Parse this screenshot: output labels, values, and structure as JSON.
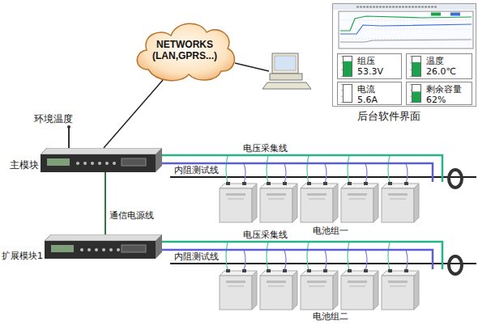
{
  "diagram": {
    "nodes": [
      {
        "text": [
          "NETWORKS (LAN,GPRS...)"
        ]
      },
      {
        "text": [
          "后台软件界面"
        ]
      },
      {
        "text": [
          "组压",
          "53.3V"
        ],
        "in": 1
      },
      {
        "text": [
          "温度",
          "26.0℃"
        ],
        "in": 1
      },
      {
        "text": [
          "电流",
          "5.6A"
        ],
        "in": 1
      },
      {
        "text": [
          "剩余容量",
          "62%"
        ],
        "in": 1
      },
      {
        "text": [
          "主模块"
        ]
      },
      {
        "text": [
          "电池组一"
        ]
      },
      {
        "text": [
          "扩展模块1"
        ]
      },
      {
        "text": [
          "电池组二"
        ]
      }
    ],
    "edges": [
      {
        "from": 0,
        "to": 6,
        "arrow": "none"
      },
      {
        "from": 6,
        "to": 7,
        "label": "电压采集线",
        "arrow": "none"
      },
      {
        "from": 6,
        "to": 7,
        "label": "内阻测试线",
        "arrow": "none"
      },
      {
        "from": 6,
        "to": 8,
        "label": "通信电源线",
        "arrow": "none"
      },
      {
        "from": 8,
        "to": 9,
        "label": "电压采集线",
        "arrow": "none"
      },
      {
        "from": 8,
        "to": 9,
        "label": "内阻测试线",
        "arrow": "none"
      }
    ],
    "labels": [
      "环境温度"
    ]
  }
}
